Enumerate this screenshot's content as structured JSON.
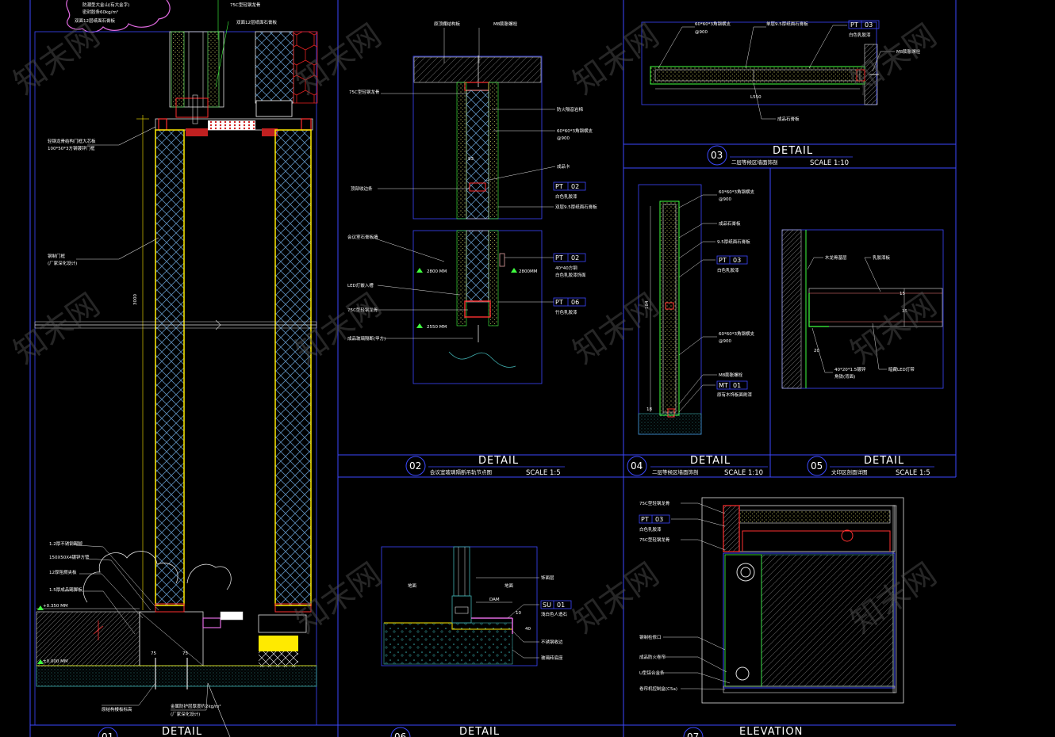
{
  "details": {
    "d01": {
      "num": "01",
      "title": "DETAIL"
    },
    "d02": {
      "num": "02",
      "title": "DETAIL",
      "subtitle": "会议室玻璃隔断吊轨节点图",
      "scale": "SCALE 1:5"
    },
    "d03": {
      "num": "03",
      "title": "DETAIL",
      "subtitle": "二层等候区墙面饰剖",
      "scale": "SCALE 1:10"
    },
    "d04": {
      "num": "04",
      "title": "DETAIL",
      "subtitle": "二层等候区墙面饰剖",
      "scale": "SCALE 1:10"
    },
    "d05": {
      "num": "05",
      "title": "DETAIL",
      "subtitle": "文印区剖面详图",
      "scale": "SCALE 1:5"
    },
    "d06": {
      "num": "06",
      "title": "DETAIL"
    },
    "d07": {
      "num": "07",
      "title": "ELEVATION"
    }
  },
  "tags": {
    "pt02a": {
      "code": "PT",
      "num": "02"
    },
    "pt02b": {
      "code": "PT",
      "num": "02"
    },
    "pt06": {
      "code": "PT",
      "num": "06"
    },
    "pt03a": {
      "code": "PT",
      "num": "03"
    },
    "pt03b": {
      "code": "PT",
      "num": "03"
    },
    "pt03c": {
      "code": "PT",
      "num": "03"
    },
    "mt01": {
      "code": "MT",
      "num": "01"
    },
    "su01": {
      "code": "SU",
      "num": "01"
    }
  },
  "levels": {
    "l1": "2800 MM",
    "l2": "2800MM",
    "l3": "2550 MM",
    "l4": "+0.350 MM",
    "l5": "±0.000 MM"
  },
  "notes": {
    "d01_cloud1": "防潮型大金山(有大金字)",
    "d01_cloud2": "密封胶条60kg/m²",
    "d01_cloud3": "双面12层纸面石膏板",
    "d01_top": "75C型轻钢龙骨",
    "d01_top2": "双面12层纸面石膏板",
    "d01_l1": "轻钢龙骨结构门框大芯板",
    "d01_l2": "100*50*3方钢镀锌门框",
    "d01_l3": "钢制门框",
    "d01_l4": "(厂家深化设计)",
    "d01_b1": "1.2厚不锈钢踢脚",
    "d01_b2": "150X50X4镀锌方管",
    "d01_b3": "12厚阻燃夹板",
    "d01_b4": "1.5厚成品踢脚板",
    "d01_b5": "原结构楼板标高",
    "d01_b6": "金属防护层厚度约2kg/m²",
    "d01_b7": "(厂家深化设计)",
    "d01_dim": "3000",
    "d02_t1": "原顶棚结构板",
    "d02_t2": "M8膨胀螺栓",
    "d02_l1": "75C型轻钢龙骨",
    "d02_r1": "防火隔音岩棉",
    "d02_r2": "60*60*3角钢横支",
    "d02_r3": "@900",
    "d02_r4": "成品卡",
    "d02_l2": "顶部收边条",
    "d02_r5": "白色乳胶漆",
    "d02_r6": "双层9.5厚纸面石膏板",
    "d02_l3": "会议室石膏板墙",
    "d02_l4": "LED灯嵌入槽",
    "d02_l5": "75C型轻钢龙骨",
    "d02_r7": "40*40方钢",
    "d02_r8": "白色乳胶漆饰面",
    "d02_r9": "竹色乳胶漆",
    "d02_l6": "成品玻璃隔断(甲方)",
    "d02_dim": "93",
    "d03_1": "60*60*3角钢横支",
    "d03_2": "@900",
    "d03_3": "单层9.5厚纸面石膏板",
    "d03_4": "白色乳胶漆",
    "d03_5": "M8膨胀螺栓",
    "d03_6": "L550",
    "d03_7": "成品石膏板",
    "d04_1": "60*60*3角钢横支",
    "d04_2": "@900",
    "d04_3": "成品石膏板",
    "d04_4": "9.5厚纸面石膏板",
    "d04_5": "白色乳胶漆",
    "d04_6": "60*60*3角钢横支",
    "d04_7": "@900",
    "d04_8": "M8膨胀螺栓",
    "d04_9": "原有木饰板面刷漆",
    "d04_dim": "184",
    "d04_dim2": "18",
    "d05_1": "木龙骨基层",
    "d05_2": "乳胶漆板",
    "d05_3": "40*20*1.5镀锌",
    "d05_4": "角铁(背面)",
    "d05_5": "暗藏LED灯带",
    "d05_dim1": "15",
    "d05_dim2": "35",
    "d05_dim3": "20",
    "d06_1": "地面",
    "d06_2": "地面",
    "d06_3": "饰面层",
    "d06_4": "浅白色人造石",
    "d06_5": "不锈钢收边",
    "d06_6": "玻璃砖底座",
    "d06_dim1": "DAM",
    "d06_dim2": "10",
    "d06_dim3": "40",
    "d07_1": "75C型轻钢龙骨",
    "d07_2": "白色乳胶漆",
    "d07_3": "75C型轻钢龙骨",
    "d07_4": "钢制检修口",
    "d07_5": "成品防火卷帘",
    "d07_6": "U型铝合金条",
    "d07_7": "卷帘机控制盒(C5a)",
    "d01_dim2": "75",
    "d01_dim3": "75"
  },
  "watermark": "知末网"
}
